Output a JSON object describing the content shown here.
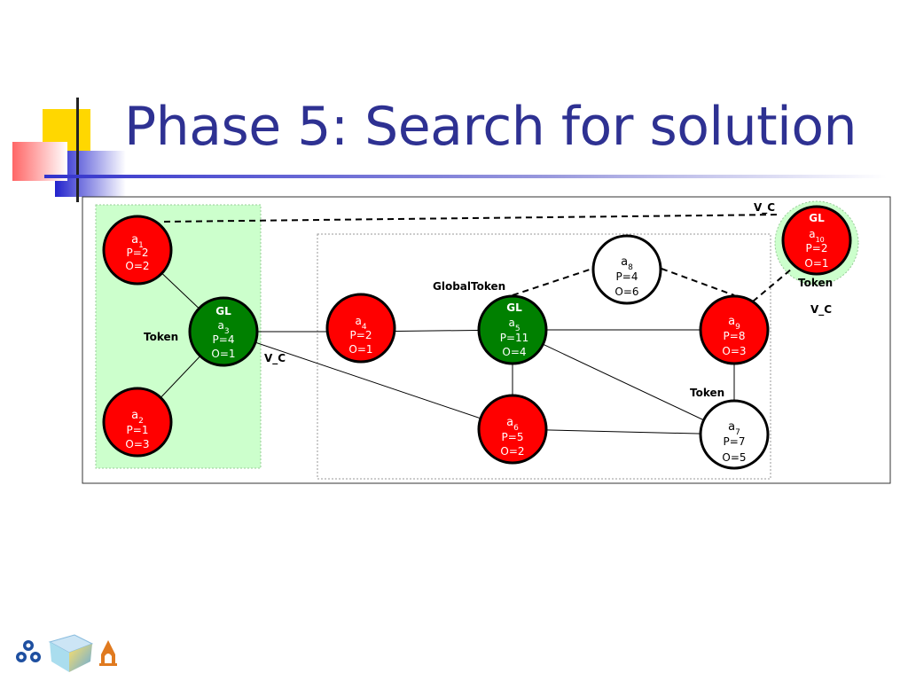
{
  "slide": {
    "title": "Phase 5: Search for solution"
  },
  "colors": {
    "title": "#2E3192",
    "node_red": "#FF0000",
    "node_green": "#008000",
    "node_white": "#FFFFFF",
    "group_bg": "#CCFFCC"
  },
  "nodes": {
    "a1": {
      "name": "a",
      "sub": "1",
      "p": "P=2",
      "o": "O=2"
    },
    "a2": {
      "name": "a",
      "sub": "2",
      "p": "P=1",
      "o": "O=3"
    },
    "a3": {
      "gl": "GL",
      "name": "a",
      "sub": "3",
      "p": "P=4",
      "o": "O=1"
    },
    "a4": {
      "name": "a",
      "sub": "4",
      "p": "P=2",
      "o": "O=1"
    },
    "a5": {
      "gl": "GL",
      "name": "a",
      "sub": "5",
      "p": "P=11",
      "o": "O=4"
    },
    "a6": {
      "name": "a",
      "sub": "6",
      "p": "P=5",
      "o": "O=2"
    },
    "a7": {
      "name": "a",
      "sub": "7",
      "p": "P=7",
      "o": "O=5"
    },
    "a8": {
      "name": "a",
      "sub": "8",
      "p": "P=4",
      "o": "O=6"
    },
    "a9": {
      "name": "a",
      "sub": "9",
      "p": "P=8",
      "o": "O=3"
    },
    "a10": {
      "gl": "GL",
      "name": "a",
      "sub": "10",
      "p": "P=2",
      "o": "O=1"
    }
  },
  "labels": {
    "token_a3": "Token",
    "vc_a3": "V_C",
    "global_token": "GlobalToken",
    "vc_top": "V_C",
    "token_a10": "Token",
    "vc_a10": "V_C",
    "token_a7": "Token"
  }
}
